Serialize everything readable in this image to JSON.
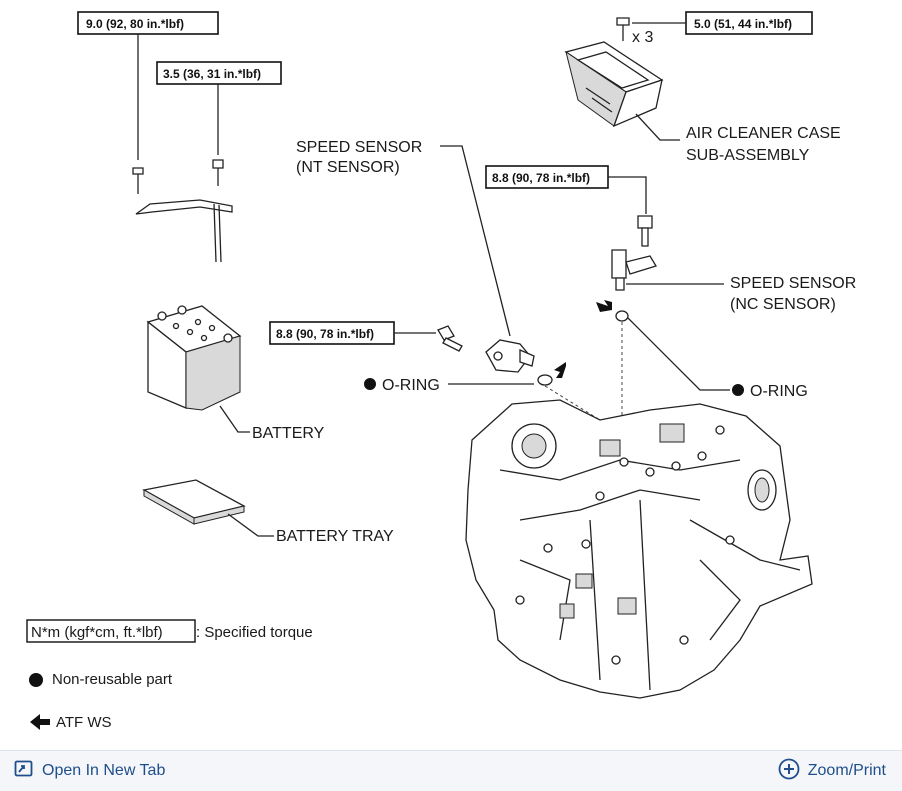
{
  "torque_labels": {
    "t1": "9.0 (92, 80 in.*lbf)",
    "t2": "3.5 (36, 31 in.*lbf)",
    "t3": "5.0 (51, 44 in.*lbf)",
    "t4": "8.8 (90, 78 in.*lbf)",
    "t5": "8.8 (90, 78 in.*lbf)"
  },
  "multiplier": "x 3",
  "labels": {
    "air_cleaner_1": "AIR CLEANER CASE",
    "air_cleaner_2": "SUB-ASSEMBLY",
    "nt_sensor_1": "SPEED SENSOR",
    "nt_sensor_2": "(NT SENSOR)",
    "nc_sensor_1": "SPEED SENSOR",
    "nc_sensor_2": "(NC SENSOR)",
    "oring_left": "O-RING",
    "oring_right": "O-RING",
    "battery": "BATTERY",
    "battery_tray": "BATTERY TRAY"
  },
  "legend": {
    "torque_unit": "N*m (kgf*cm, ft.*lbf)",
    "torque_desc": ": Specified torque",
    "nonreusable": "Non-reusable part",
    "atf": "ATF WS"
  },
  "footer": {
    "open_tab": "Open In New Tab",
    "zoom": "Zoom/Print"
  },
  "colors": {
    "link": "#1f4e8c",
    "footer_bg": "#f4f6f9"
  }
}
